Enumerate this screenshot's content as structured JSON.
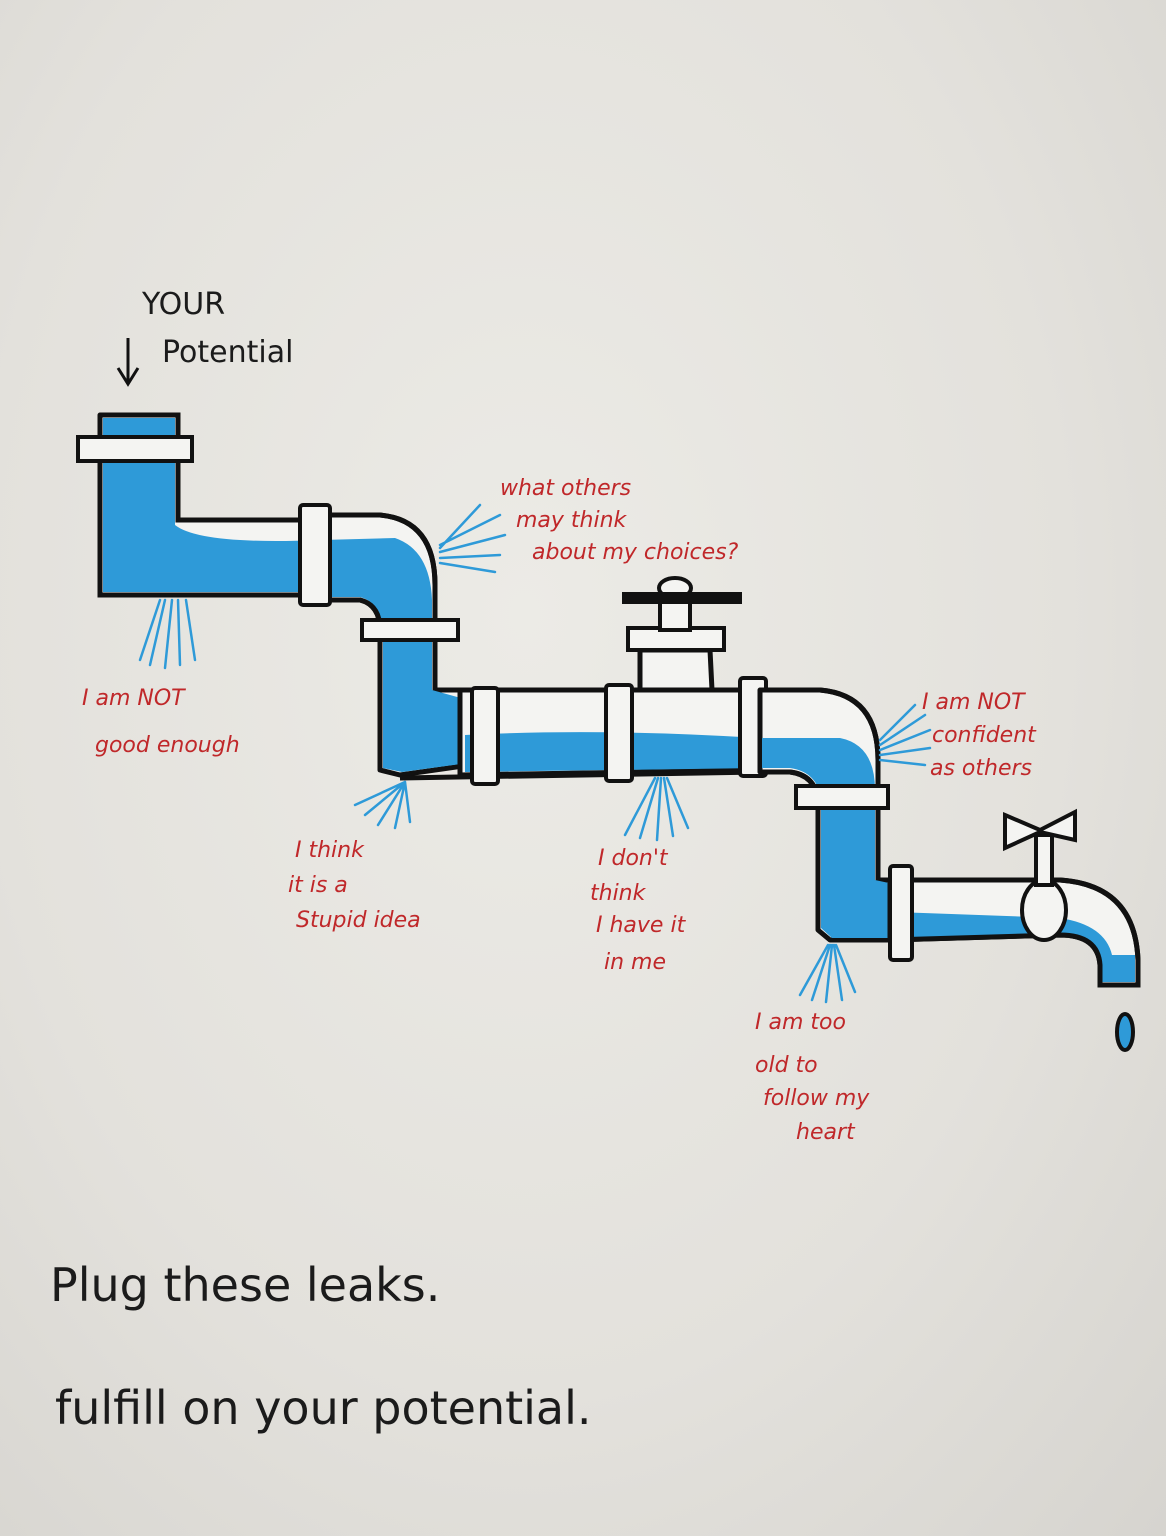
{
  "header": {
    "potential_line1": "YOUR",
    "potential_line2": "Potential",
    "arrow_icon": "down-arrow-icon"
  },
  "leaks": [
    {
      "line1": "I am NOT",
      "line2": "good enough",
      "line3": "",
      "line4": ""
    },
    {
      "line1": "what others",
      "line2": "may think",
      "line3": "about my choices?",
      "line4": ""
    },
    {
      "line1": "I think",
      "line2": "it is a",
      "line3": "Stupid idea",
      "line4": ""
    },
    {
      "line1": "I don't",
      "line2": "think",
      "line3": "I have it",
      "line4": "in me"
    },
    {
      "line1": "I am NOT",
      "line2": "confident",
      "line3": "as others",
      "line4": ""
    },
    {
      "line1": "I am too",
      "line2": "old to",
      "line3": "follow my",
      "line4": "heart"
    }
  ],
  "footer": {
    "line1": "Plug these leaks.",
    "line2": "fulfill on your potential."
  },
  "colors": {
    "water": "#2e9ad8",
    "pipe_outline": "#111111",
    "leak_text": "#c0282a",
    "paper": "#e4e2dd"
  }
}
